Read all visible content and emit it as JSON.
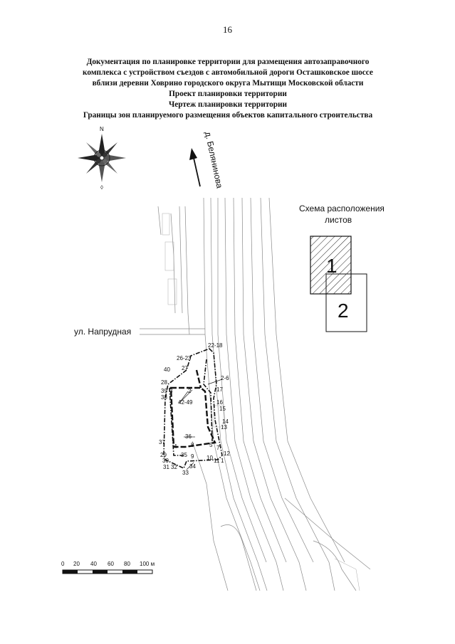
{
  "page": {
    "number": "16"
  },
  "title": {
    "lines": [
      "Документация по планировке территории для размещения автозаправочного",
      "комплекса с устройством съездов с автомобильной дороги Осташковское шоссе",
      "вблизи деревни Ховрино городского округа Мытищи Московской области",
      "Проект планировки территории",
      "Чертеж планировки территории",
      "Границы зон планируемого размещения объектов капитального строительства"
    ]
  },
  "compass": {
    "north": "N",
    "icon": "compass-rose-icon"
  },
  "direction": {
    "label": "д. Белянинова"
  },
  "street": {
    "label": "ул. Напрудная"
  },
  "sheet_scheme": {
    "title_line1": "Схема расположения",
    "title_line2": "листов",
    "sheet1": "1",
    "sheet2": "2"
  },
  "points": {
    "p22_18": "22-18",
    "p26_23": "26-23",
    "p27": "27",
    "p40": "40",
    "p28": "28",
    "p2_6": "2-6",
    "p2": "2",
    "p17": "17",
    "p39": "39",
    "p38": "38",
    "p3": "3",
    "p42_49": "42-49",
    "p16": "16",
    "p15": "15",
    "p14": "14",
    "p13": "13",
    "p36": "36",
    "p37": "37",
    "p4": "4",
    "p8": "8",
    "p5": "5",
    "p7": "7",
    "p29": "29",
    "p35": "35",
    "p9": "9",
    "p12": "12",
    "p30": "30",
    "p10": "10",
    "p1": "1",
    "p31": "31",
    "p32": "32",
    "p34": "34",
    "p33": "33",
    "p11": "11"
  },
  "scale_bar": {
    "ticks": [
      "0",
      "20",
      "40",
      "60",
      "80",
      "100 м"
    ]
  }
}
